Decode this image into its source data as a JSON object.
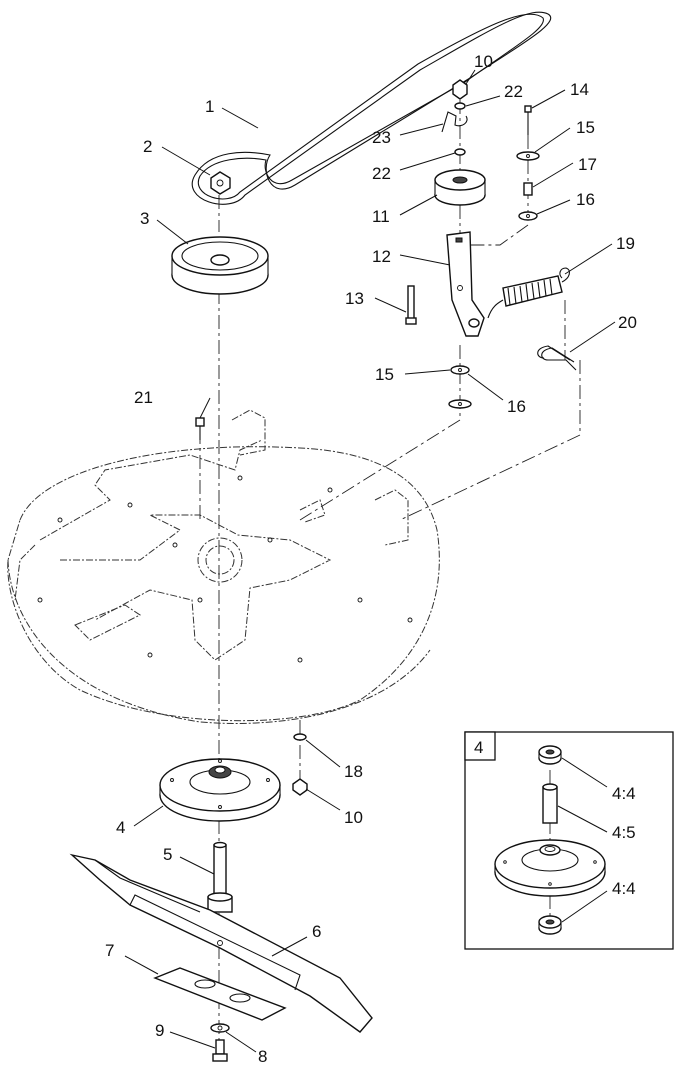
{
  "callouts": {
    "c1": "1",
    "c2": "2",
    "c3": "3",
    "c4": "4",
    "c5": "5",
    "c6": "6",
    "c7": "7",
    "c8": "8",
    "c9": "9",
    "c10a": "10",
    "c10b": "10",
    "c11": "11",
    "c12": "12",
    "c13": "13",
    "c14": "14",
    "c15a": "15",
    "c15b": "15",
    "c16a": "16",
    "c16b": "16",
    "c17": "17",
    "c18": "18",
    "c19": "19",
    "c20": "20",
    "c21": "21",
    "c22a": "22",
    "c22b": "22",
    "c23": "23"
  },
  "inset": {
    "tag": "4",
    "c44a": "4:4",
    "c45": "4:5",
    "c44b": "4:4"
  }
}
